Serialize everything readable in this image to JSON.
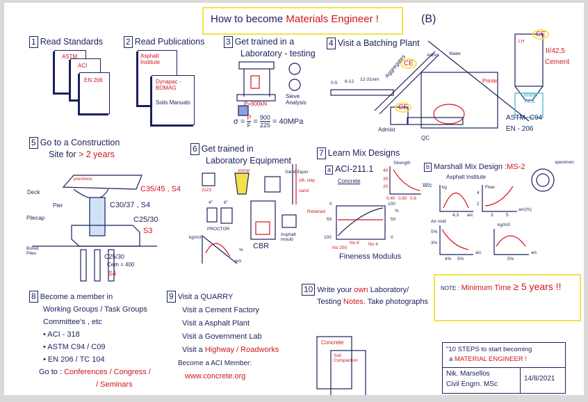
{
  "title": {
    "main_prefix": "How to become",
    "main_highlight": "Materials Engineer !",
    "part": "(B)"
  },
  "steps": {
    "s1": {
      "num": "1",
      "label": "Read Standards",
      "docs": [
        "ASTM",
        "ACI",
        "EN 206"
      ]
    },
    "s2": {
      "num": "2",
      "label": "Read Publications",
      "docs": [
        "Asphalt Institute",
        "Dynapac - BOMAG",
        "Soils Manuals"
      ]
    },
    "s3": {
      "num": "3",
      "label_1": "Get trained in a",
      "label_2": "Laboratory - testing",
      "load": "P=900kN",
      "sieve": "Sieve Analysis",
      "formula_left": "σ =",
      "formula_p": "P",
      "formula_f": "F",
      "formula_eq": "=",
      "formula_num": "900",
      "formula_den": "225",
      "formula_result": "= 40MPa"
    },
    "s4": {
      "num": "4",
      "label": "Visit a Batching Plant",
      "water": "Water",
      "admix": "Admix",
      "ce": "CE",
      "aggregates": "Aggregates",
      "sizes": [
        "0-5",
        "6-12",
        "12-31mm"
      ],
      "printer": "Printer",
      "ce2": "CE",
      "admixt": "Admixt",
      "qc": "QC",
      "water_tank": "Water Tank",
      "silo_ce": "CE",
      "silo_lh": "LH",
      "cement_type": "II/42,5",
      "cement": "Cement",
      "std_1": "ASTM- C94",
      "std_2": "EN - 206"
    },
    "s5": {
      "num": "5",
      "label_1": "Go to a Construction",
      "label_2": "Site for",
      "label_highlight": "> 2 years",
      "deck": "Deck",
      "prestress": "prestress",
      "pier": "Pier",
      "pilecap": "Pilecap",
      "bored_piles": "Bored Piles",
      "deck_class": "C35/45 , S4",
      "pier_class": "C30/37 , S4",
      "pilecap_class": "C25/30",
      "pilecap_slump": "S3",
      "piles_class": "C25/30",
      "piles_cem": "Cem = 400",
      "piles_slump": "S4"
    },
    "s6": {
      "num": "6",
      "label_1": "Get trained in",
      "label_2": "Laboratory Equipment",
      "slump": "slump",
      "sand_equiv": "Sand-Equiv",
      "silt_clay": "silt, clay",
      "sand": "sand",
      "cube": "2x23",
      "mold_4": "4\"",
      "mold_6": "6\"",
      "proctor": "PROCTOR",
      "kg_m3": "kg/m3",
      "w_c": "w/c",
      "percent": "%",
      "cbr": "CBR",
      "asphalt_mould": "Asphalt mould"
    },
    "s7": {
      "num": "7",
      "label": "Learn Mix Designs",
      "a_num": "a",
      "a_label": "ACI-211.1",
      "a_sub": "Concrete",
      "strength": "Strength",
      "w_c": "W/c",
      "y_ticks": [
        "40",
        "30",
        "20"
      ],
      "x_ticks": [
        "0,40",
        "0,50",
        "0,6"
      ],
      "retained": "Retained",
      "left_ticks": [
        "0",
        "50",
        "100"
      ],
      "right_ticks": [
        "100",
        "50",
        "0"
      ],
      "pct": "%",
      "sieve_200": "No 200",
      "sieve_8": "No 8",
      "sieve_4": "No 4",
      "fineness": "Fineness Modulus",
      "b_num": "b",
      "b_label": "Marshall Mix Design :",
      "b_code": "MS-2",
      "b_sub": "Asphalt Institute",
      "specimen": "specimen",
      "kg": "kg",
      "ac_1": "4,3",
      "ac_1_unit": "a/c",
      "flow": "Flow",
      "flow_ticks": [
        "4",
        "2"
      ],
      "flow_x": [
        "3",
        "5"
      ],
      "flow_x_label": "a/c(%)",
      "air_void": "Air void",
      "air_ticks": [
        "5%",
        "3%"
      ],
      "air_x": [
        "4%",
        "5%"
      ],
      "air_x_unit": "a/c",
      "density": "kg/m3",
      "density_x": "5%",
      "density_x_unit": "a/c"
    },
    "s8": {
      "num": "8",
      "lines": [
        "Become a member in",
        "Working Groups / Task Groups",
        "Committee's , etc"
      ],
      "bullets": [
        "• ACI - 318",
        "• ASTM C94 / C09",
        "• EN 206 / TC 104"
      ],
      "go_to": "Go to :",
      "go_to_items": "Conferences / Congress /",
      "go_to_items_2": "/ Seminars"
    },
    "s9": {
      "num": "9",
      "lines": [
        "Visit a QUARRY",
        "Visit a Cement Factory",
        "Visit a Asphalt Plant",
        "Visit a Government Lab"
      ],
      "visit_prefix": "Visit a",
      "visit_highlight": "Highway / Roadworks",
      "member_label": "Become a ACI Member:",
      "member_url": "www.concrete.org"
    },
    "s10": {
      "num": "10",
      "label_1": "Write your",
      "label_own": "own",
      "label_2": "Laboratory/",
      "label_3": "Testing",
      "label_notes": "Notes",
      "label_4": ". Take photographs",
      "doc_1": "Concrete",
      "doc_2": "Soil Compaction"
    }
  },
  "note": {
    "prefix": "NOTE :",
    "text": "Minimum Time",
    "highlight": "≥ 5 years !!"
  },
  "signature": {
    "line_1": "\"10 STEPS to start becoming",
    "line_2_prefix": "a",
    "line_2_highlight": "MATERIAL ENGINEER !",
    "author": "Nik. Marsellos",
    "degree": "Civil Engrn. MSc",
    "date": "14/8/2021"
  },
  "colors": {
    "ink": "#1a1f5c",
    "red": "#d0141c",
    "highlight": "#f2e24a",
    "water": "#3bb3c9"
  }
}
